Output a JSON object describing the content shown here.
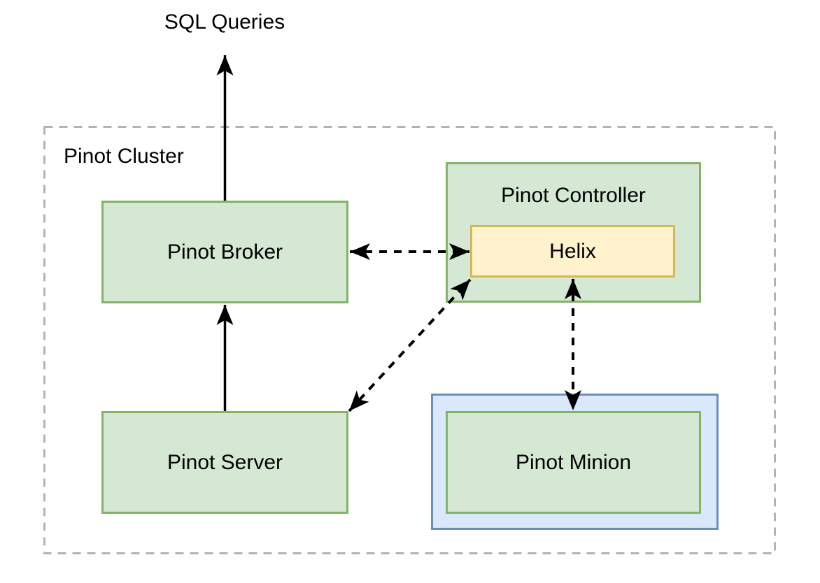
{
  "diagram": {
    "external_label": "SQL Queries",
    "cluster": {
      "label": "Pinot Cluster"
    },
    "nodes": {
      "broker": {
        "label": "Pinot Broker"
      },
      "controller": {
        "label": "Pinot Controller"
      },
      "helix": {
        "label": "Helix"
      },
      "server": {
        "label": "Pinot Server"
      },
      "minion": {
        "label": "Pinot Minion"
      }
    },
    "edges": [
      {
        "from": "Pinot Broker",
        "to": "SQL Queries",
        "style": "solid",
        "direction": "one-way"
      },
      {
        "from": "Pinot Server",
        "to": "Pinot Broker",
        "style": "solid",
        "direction": "one-way"
      },
      {
        "from": "Pinot Broker",
        "to": "Helix",
        "style": "dashed",
        "direction": "two-way"
      },
      {
        "from": "Pinot Server",
        "to": "Helix",
        "style": "dashed",
        "direction": "two-way"
      },
      {
        "from": "Pinot Minion",
        "to": "Helix",
        "style": "dashed",
        "direction": "two-way"
      }
    ]
  },
  "colors": {
    "page_bg": "#ffffff",
    "green_fill": "#d5e8d4",
    "green_stroke": "#82b366",
    "yellow_fill": "#fff2cc",
    "yellow_stroke": "#d6b656",
    "blue_fill": "#dae8fc",
    "blue_stroke": "#6c8ebf",
    "cluster_border": "#b3b3b3",
    "arrow": "#000000"
  }
}
